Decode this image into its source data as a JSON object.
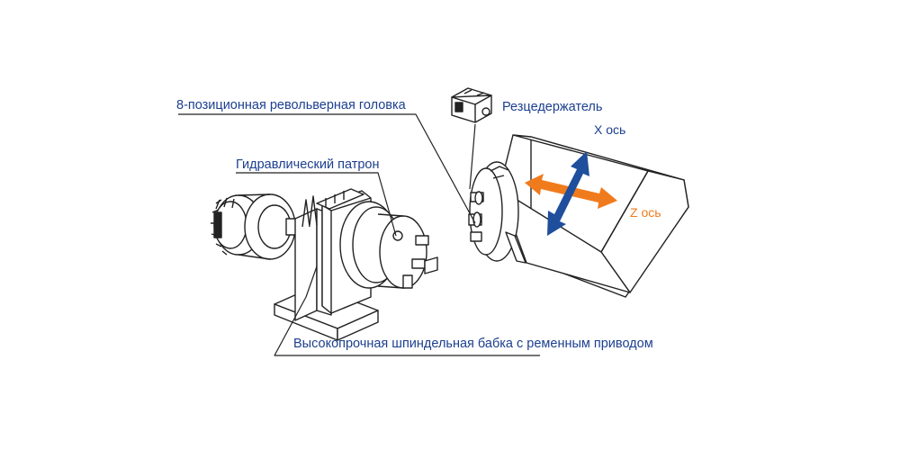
{
  "labels": {
    "turret": "8-позиционная револьверная головка",
    "tool_holder": "Резцедержатель",
    "chuck": "Гидравлический патрон",
    "spindle": "Высокопрочная шпиндельная бабка с ременным приводом",
    "x_axis": "X ось",
    "z_axis": "Z ось"
  },
  "colors": {
    "callout_text": "#1c3f8f",
    "x_axis_arrow": "#1f4e9c",
    "z_axis_arrow": "#f07b1d",
    "x_axis_text": "#1c3f8f",
    "z_axis_text": "#f07b1d",
    "line_art": "#222222"
  },
  "icons": [
    "spindle-headstock-drawing",
    "hydraulic-chuck-drawing",
    "turret-drawing",
    "tool-holder-drawing",
    "axis-arrows"
  ]
}
